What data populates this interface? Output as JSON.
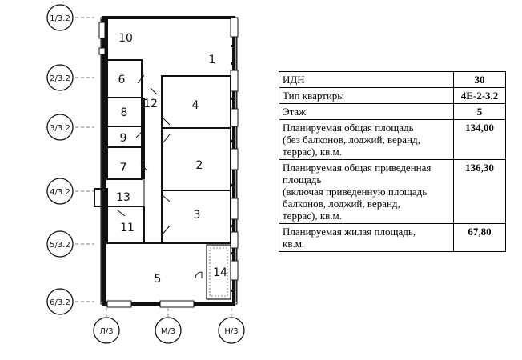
{
  "plan": {
    "axis_bubbles_left": [
      "1/3.2",
      "2/3.2",
      "3/3.2",
      "4/3.2",
      "5/3.2",
      "6/3.2"
    ],
    "axis_bubbles_bottom": [
      "Л/3",
      "М/3",
      "Н/3"
    ],
    "rooms": [
      {
        "id": "1",
        "label": "1"
      },
      {
        "id": "2",
        "label": "2"
      },
      {
        "id": "3",
        "label": "3"
      },
      {
        "id": "4",
        "label": "4"
      },
      {
        "id": "5",
        "label": "5"
      },
      {
        "id": "6",
        "label": "6"
      },
      {
        "id": "7",
        "label": "7"
      },
      {
        "id": "8",
        "label": "8"
      },
      {
        "id": "9",
        "label": "9"
      },
      {
        "id": "10",
        "label": "10"
      },
      {
        "id": "11",
        "label": "11"
      },
      {
        "id": "12",
        "label": "12"
      },
      {
        "id": "13",
        "label": "13"
      },
      {
        "id": "14",
        "label": "14"
      }
    ]
  },
  "table": {
    "rows": [
      {
        "label": "ИДН",
        "value": "30"
      },
      {
        "label": "Тип квартиры",
        "value": "4Е-2-3.2"
      },
      {
        "label": "Этаж",
        "value": "5"
      },
      {
        "label": "Планируемая общая площадь\n(без балконов, лоджий, веранд,\nтеррас), кв.м.",
        "value": "134,00"
      },
      {
        "label": "Планируемая общая приведенная\nплощадь\n(включая приведенную площадь\nбалконов, лоджий, веранд,\nтеррас), кв.м.",
        "value": "136,30"
      },
      {
        "label": "Планируемая жилая площадь,\nкв.м.",
        "value": "67,80"
      }
    ]
  }
}
